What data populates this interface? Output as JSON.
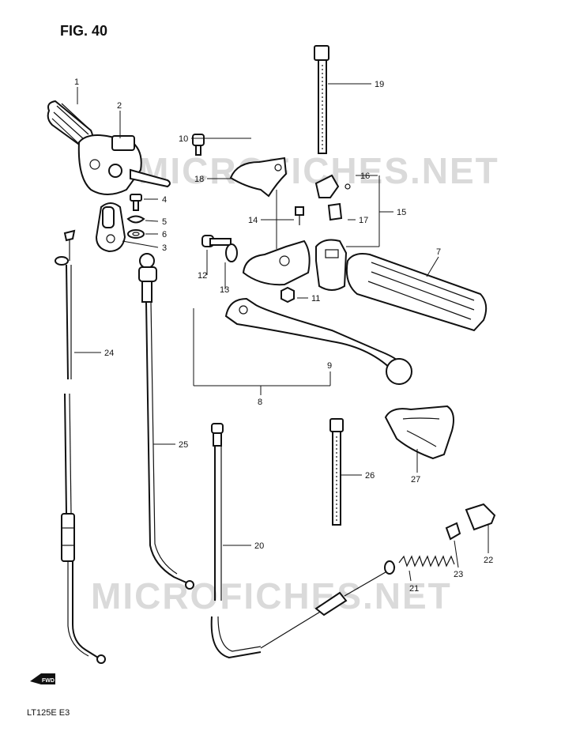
{
  "figure_title": "FIG. 40",
  "model_code": "LT125E E3",
  "watermark_text": "MICROFICHES.NET",
  "direction_marker_text": "FWD",
  "parts": [
    {
      "ref": "1"
    },
    {
      "ref": "2"
    },
    {
      "ref": "3"
    },
    {
      "ref": "4"
    },
    {
      "ref": "5"
    },
    {
      "ref": "6"
    },
    {
      "ref": "7"
    },
    {
      "ref": "8"
    },
    {
      "ref": "9"
    },
    {
      "ref": "10"
    },
    {
      "ref": "11"
    },
    {
      "ref": "12"
    },
    {
      "ref": "13"
    },
    {
      "ref": "14"
    },
    {
      "ref": "15"
    },
    {
      "ref": "16"
    },
    {
      "ref": "17"
    },
    {
      "ref": "18"
    },
    {
      "ref": "19"
    },
    {
      "ref": "20"
    },
    {
      "ref": "21"
    },
    {
      "ref": "22"
    },
    {
      "ref": "23"
    },
    {
      "ref": "24"
    },
    {
      "ref": "25"
    },
    {
      "ref": "26"
    },
    {
      "ref": "27"
    }
  ],
  "colors": {
    "ink": "#111111",
    "watermark": "#d8d8d8",
    "paper": "#ffffff"
  }
}
